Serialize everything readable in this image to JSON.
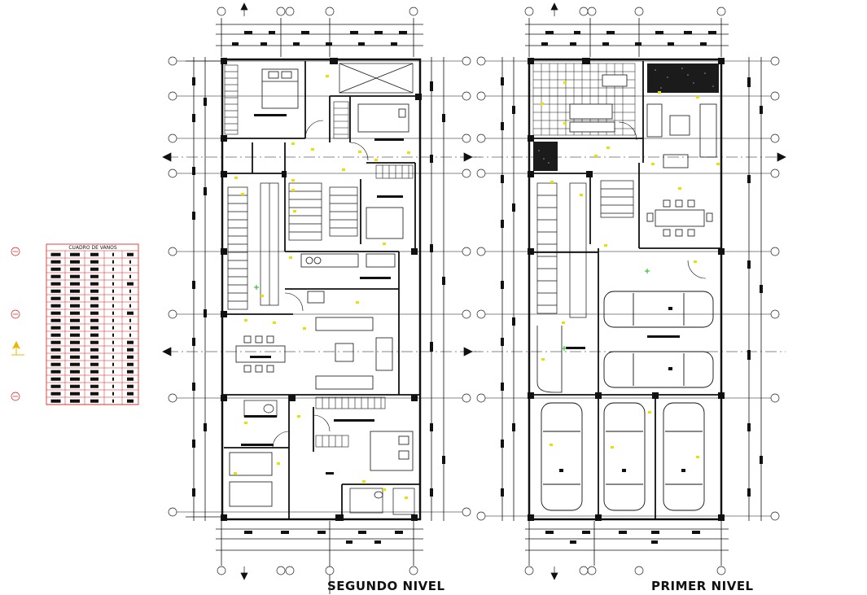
{
  "titles": {
    "segundo": "SEGUNDO NIVEL",
    "primer": "PRIMER NIVEL"
  },
  "table": {
    "title": "CUADRO DE VANOS",
    "rows": 21,
    "columns": 5
  },
  "colors": {
    "line": "#111111",
    "annotation": "#e8e000",
    "table_border": "#d41a1a",
    "marker": "#18b818",
    "background": "#ffffff"
  },
  "icons": [
    "grid-axis-bubble",
    "section-arrow",
    "car",
    "bed",
    "dining-table",
    "sofa",
    "stair",
    "kitchen-counter"
  ]
}
